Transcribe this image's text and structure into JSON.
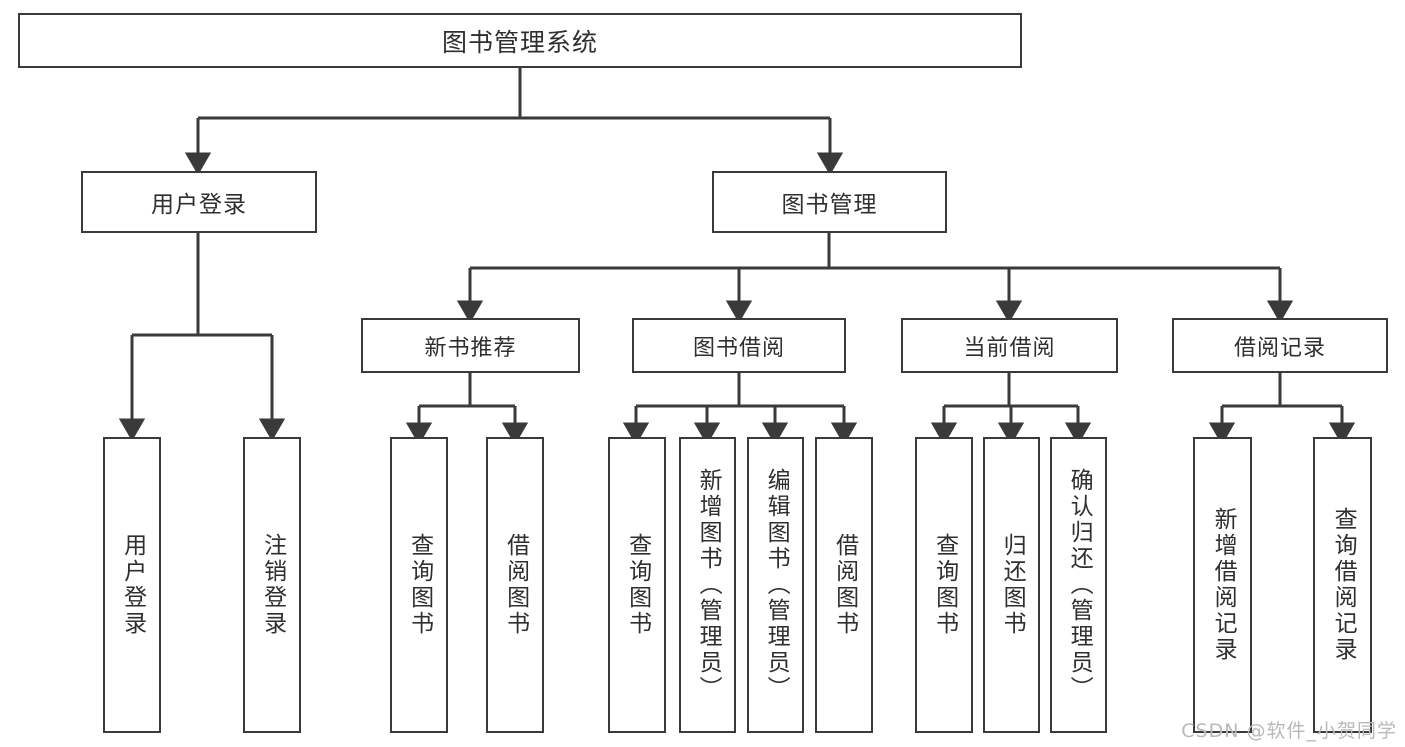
{
  "diagram": {
    "title": "图书管理系统",
    "type": "tree",
    "watermark": "CSDN @软件_小贺同学",
    "colors": {
      "stroke": "#3a3a3a",
      "text": "#2f2f2f",
      "background": "#ffffff",
      "watermark": "#b9b9b9"
    }
  },
  "root": {
    "label": "图书管理系统"
  },
  "level2": [
    {
      "label": "用户登录"
    },
    {
      "label": "图书管理"
    }
  ],
  "level3": [
    {
      "label": "新书推荐"
    },
    {
      "label": "图书借阅"
    },
    {
      "label": "当前借阅"
    },
    {
      "label": "借阅记录"
    }
  ],
  "leaves": {
    "user_login": [
      {
        "label": "用户登录"
      },
      {
        "label": "注销登录"
      }
    ],
    "new_book": [
      {
        "label": "查询图书"
      },
      {
        "label": "借阅图书"
      }
    ],
    "book_borrow": [
      {
        "label": "查询图书"
      },
      {
        "label": "新增图书（管理员）"
      },
      {
        "label": "编辑图书（管理员）"
      },
      {
        "label": "借阅图书"
      }
    ],
    "current_borrow": [
      {
        "label": "查询图书"
      },
      {
        "label": "归还图书"
      },
      {
        "label": "确认归还（管理员）"
      }
    ],
    "borrow_record": [
      {
        "label": "新增借阅记录"
      },
      {
        "label": "查询借阅记录"
      }
    ]
  }
}
